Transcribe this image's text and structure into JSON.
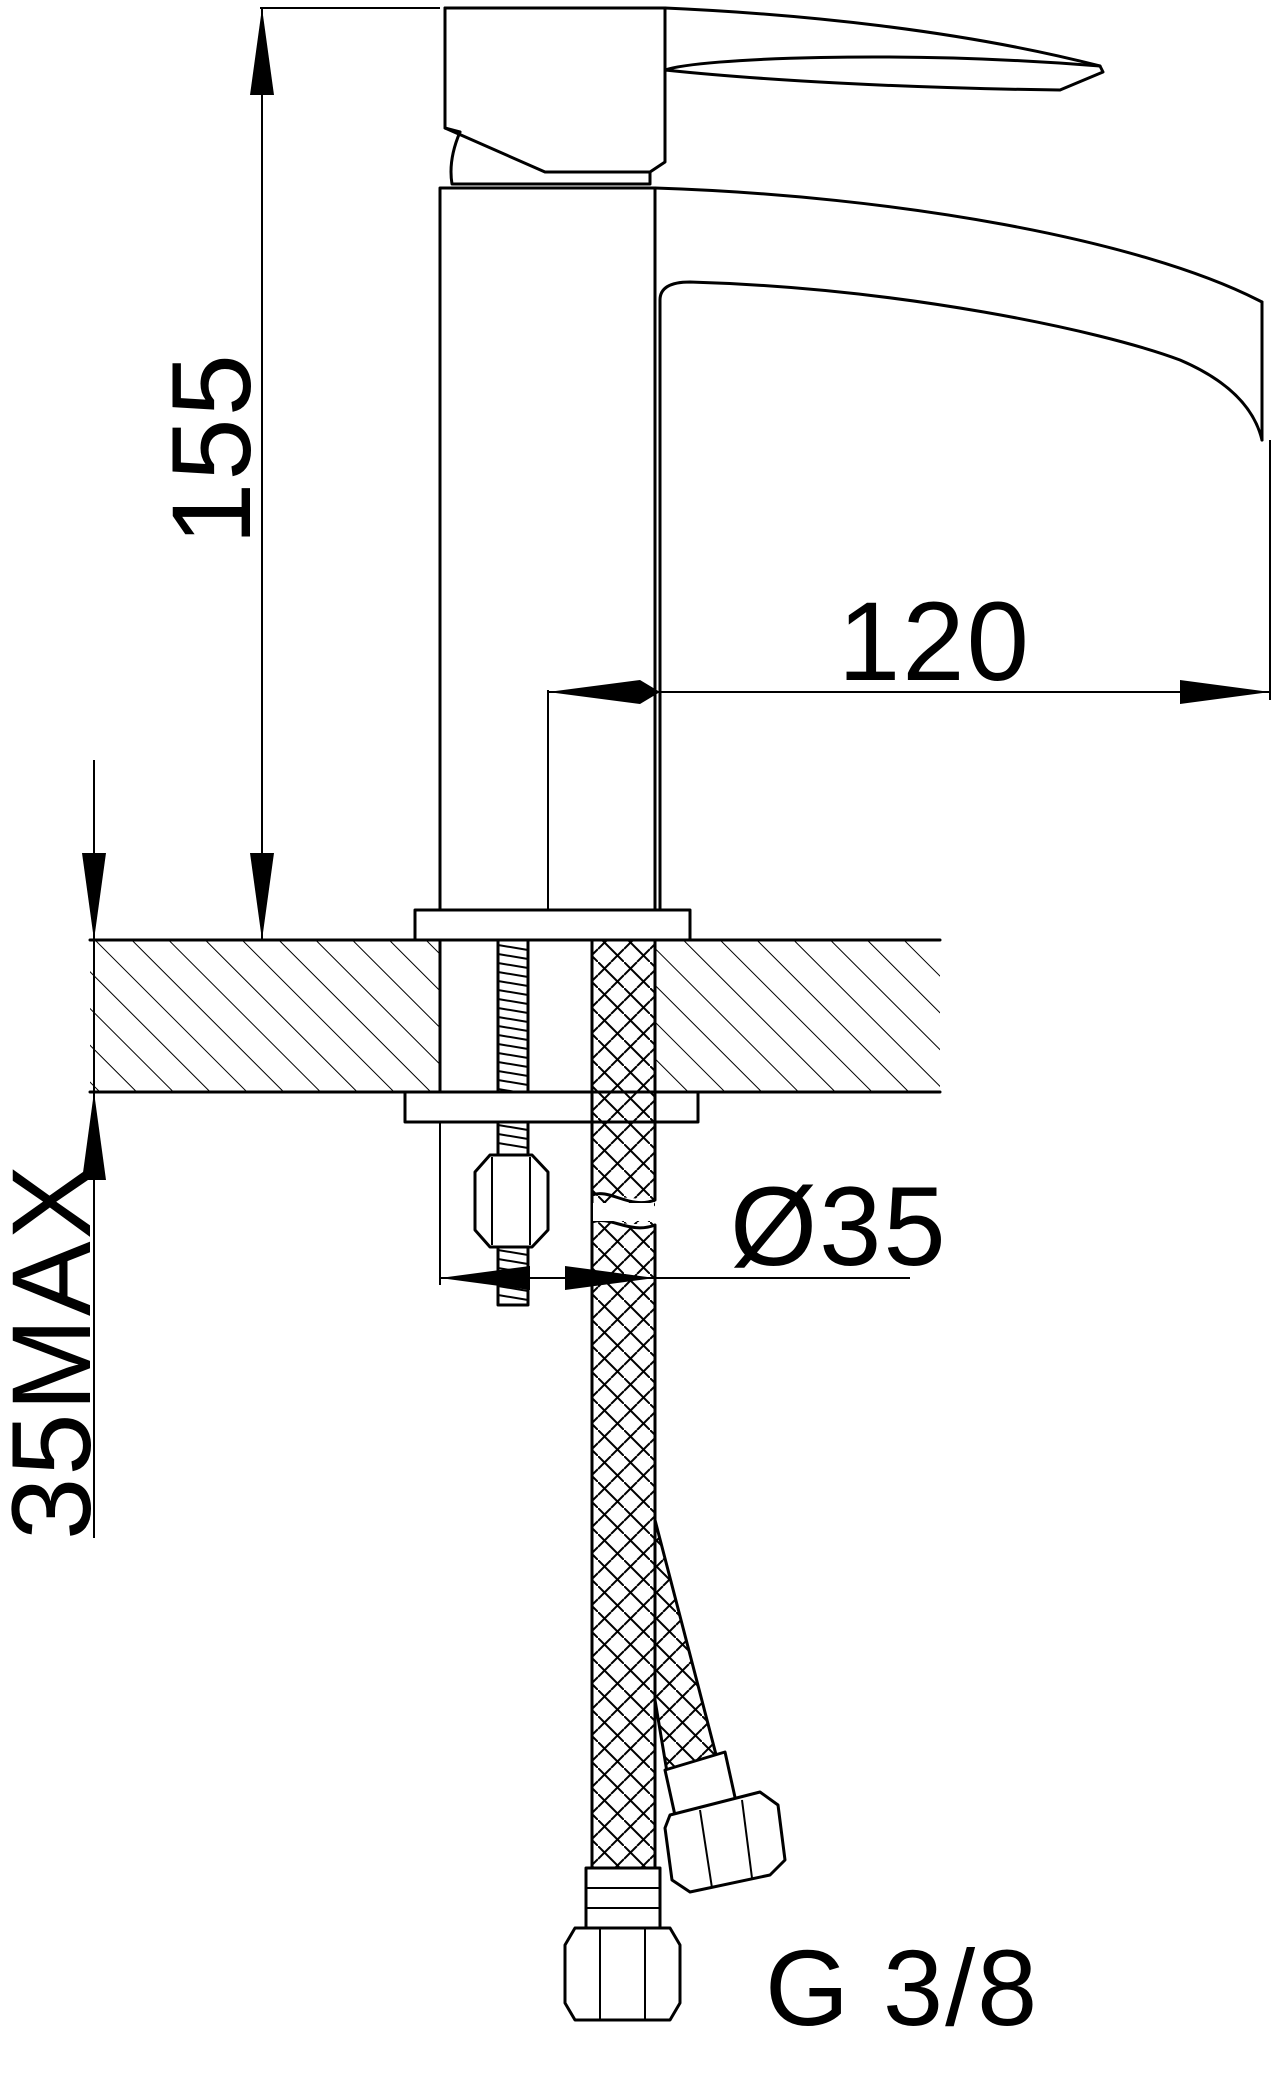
{
  "dimensions": {
    "height_label": "155",
    "reach_label": "120",
    "diameter_label": "Ø35",
    "thickness_label": "35MAX",
    "thread_label": "G 3/8"
  },
  "colors": {
    "line": "#000000",
    "background": "#ffffff"
  }
}
